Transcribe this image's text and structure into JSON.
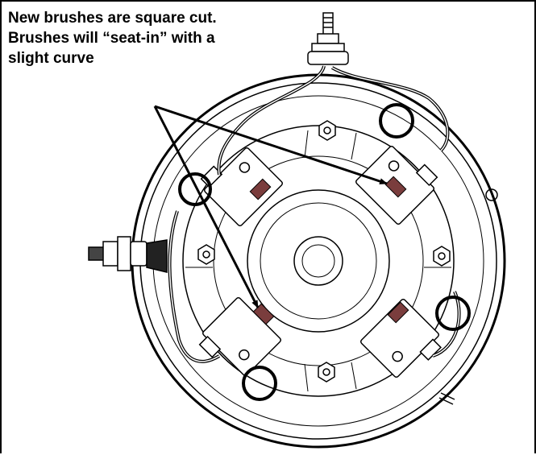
{
  "callout": {
    "lines": [
      "New brushes are square cut.",
      "Brushes will “seat-in” with a",
      "slight curve"
    ]
  },
  "colors": {
    "line": "#000000",
    "brush": "#7a3d3d",
    "background": "#ffffff"
  }
}
